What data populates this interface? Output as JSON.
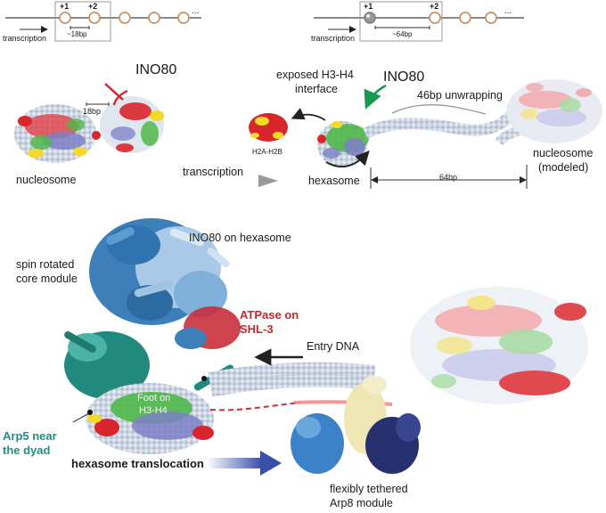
{
  "top_schematic": {
    "left": {
      "pos1": "+1",
      "pos2": "+2",
      "spacing": "~18bp",
      "ellipsis": "...",
      "arrow_label": "transcription"
    },
    "right": {
      "pos1": "+1",
      "pos2": "+2",
      "spacing": "~64bp",
      "ellipsis": "...",
      "arrow_label": "transcription"
    }
  },
  "middle_panel": {
    "ino80_left": "INO80",
    "gap_left": "18bp",
    "nucleosome_label": "nucleosome",
    "transcription_label": "transcription",
    "exposed_line1": "exposed H3-H4",
    "exposed_line2": "interface",
    "ino80_right": "INO80",
    "unwrapping": "46bp unwrapping",
    "h2a_h2b": "H2A-H2B",
    "hexasome_label": "hexasome",
    "gap_right": "64bp",
    "modeled_line1": "nucleosome",
    "modeled_line2": "(modeled)"
  },
  "bottom_panel": {
    "ino80_on_hexasome": "INO80 on hexasome",
    "spin_line1": "spin rotated",
    "spin_line2": "core module",
    "atpase_line1": "ATPase on",
    "atpase_line2": "SHL-3",
    "entry_dna": "Entry DNA",
    "foot_line1": "Foot on",
    "foot_line2": "H3-H4",
    "arp5_line1": "Arp5 near",
    "arp5_line2": "the dyad",
    "translocation": "hexasome translocation",
    "arp8_line1": "flexibly tethered",
    "arp8_line2": "Arp8 module"
  },
  "colors": {
    "histone_red": "#d9262c",
    "histone_yellow": "#f2d92a",
    "histone_green": "#4fb84a",
    "histone_purple": "#7d7fc4",
    "dna_grey": "#c7cfdc",
    "ino80_blue": "#2f74b0",
    "ino80_lightblue": "#a9c9e6",
    "arp5_teal": "#22897f",
    "arp8_navy": "#27306e",
    "arp8_cream": "#eee6b4",
    "atpase_label_red": "#c0282c",
    "arp5_label_teal": "#1f8f86",
    "translocation_arrow": "#3a4fa8",
    "inhibit_red": "#d2232a",
    "activate_green": "#1a9850"
  }
}
